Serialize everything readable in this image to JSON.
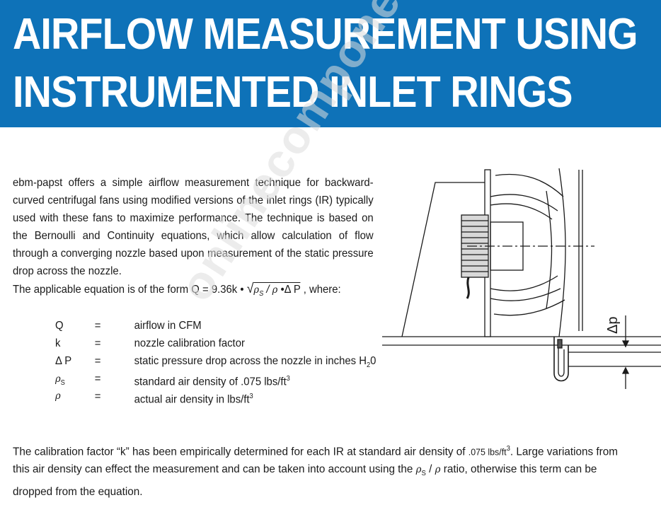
{
  "header": {
    "title_line1": "AIRFLOW MEASUREMENT USING",
    "title_line2": "INSTRUMENTED INLET RINGS"
  },
  "intro_paragraph": "ebm-papst offers a simple airflow measurement technique for backward-curved centrifugal fans using modified versions of the inlet rings (IR) typically used with these fans to maximize performance. The technique is based on the Bernoulli and Continuity equations, which allow calculation of flow through a converging nozzle based upon measurement of the static pressure drop across the nozzle.",
  "equation": {
    "lead": "The applicable equation is of the form Q = 9.36k • ",
    "radical": "√",
    "rho_s": "ρ",
    "sub_s": "S",
    "slash": " / ",
    "rho": "ρ",
    "delta_term": " •Δ P",
    "tail": " , where:"
  },
  "definitions": [
    {
      "symbol": "Q",
      "equals": "=",
      "text": "airflow in CFM"
    },
    {
      "symbol": "k",
      "equals": "=",
      "text": "nozzle calibration factor"
    },
    {
      "symbol": "Δ P",
      "equals": "=",
      "text": "static pressure drop across the nozzle in inches H",
      "sub": "2",
      "text_after": "0"
    },
    {
      "symbol": "ρ",
      "symbol_sub": "S",
      "equals": "=",
      "text": "standard air density of .075 lbs/ft",
      "sup": "3"
    },
    {
      "symbol": "ρ",
      "equals": "=",
      "text": "actual air density in lbs/ft",
      "sup": "3"
    }
  ],
  "closing": {
    "part1": "The calibration factor “k” has been empirically determined for each IR at standard air density of ",
    "density": ".075 lbs/ft",
    "sup": "3",
    "part2": ".  Large variations from this air density can effect the measurement and can be taken into account using the ",
    "rho_s": "ρ",
    "sub_s": "S",
    "slash": " / ",
    "rho": "ρ",
    "part3": " ratio, otherwise this term can be dropped from the equation."
  },
  "diagram": {
    "label": "Δp"
  },
  "watermark": "onlinecomponents.com",
  "colors": {
    "banner": "#0e72b8",
    "title_text": "#ffffff",
    "body_text": "#1a1a1a"
  }
}
